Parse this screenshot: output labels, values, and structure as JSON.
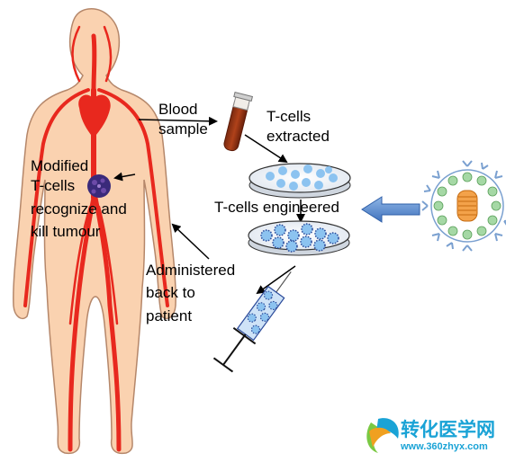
{
  "labels": {
    "blood_sample_1": "Blood",
    "blood_sample_2": "sample",
    "tcells_extracted_1": "T-cells",
    "tcells_extracted_2": "extracted",
    "tcells_engineered": "T-cells engineered",
    "administered_1": "Administered",
    "administered_2": "back to",
    "administered_3": "patient",
    "modified_1": "Modified",
    "modified_2": "T-cells",
    "modified_3": "recognize and",
    "modified_4": "kill tumour"
  },
  "watermark": {
    "site_name": "转化医学网",
    "url": "www.360zhyx.com"
  },
  "colors": {
    "body": "#fad2b0",
    "body_outline": "#b5876a",
    "vessels": "#e8281e",
    "dish_cells": "#8cc3f0",
    "tumour": "#3a2a7a",
    "arrow_fill": "#5b8fd1",
    "watermark": "#1aa3d6"
  }
}
